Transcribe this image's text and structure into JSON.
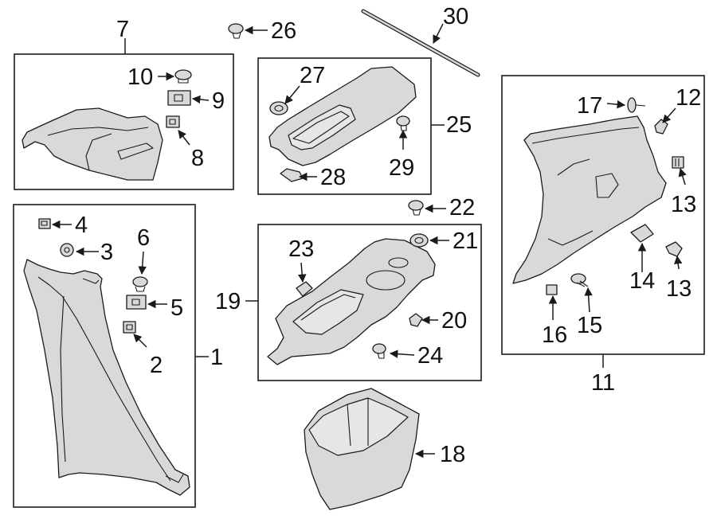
{
  "callouts": {
    "c1": "1",
    "c2": "2",
    "c3": "3",
    "c4": "4",
    "c5": "5",
    "c6": "6",
    "c7": "7",
    "c8": "8",
    "c9": "9",
    "c10": "10",
    "c11": "11",
    "c12": "12",
    "c13a": "13",
    "c13b": "13",
    "c14": "14",
    "c15": "15",
    "c16": "16",
    "c17": "17",
    "c18": "18",
    "c19": "19",
    "c20": "20",
    "c21": "21",
    "c22": "22",
    "c23": "23",
    "c24": "24",
    "c25": "25",
    "c26": "26",
    "c27": "27",
    "c28": "28",
    "c29": "29",
    "c30": "30"
  },
  "colors": {
    "line": "#1a1a1a",
    "part_fill": "#d9d9d9",
    "background": "#ffffff"
  }
}
